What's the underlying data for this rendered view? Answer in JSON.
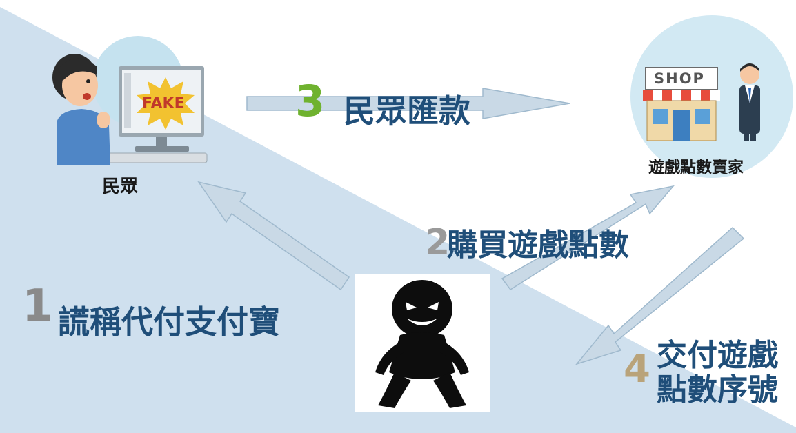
{
  "nodes": {
    "citizen": {
      "label": "民眾"
    },
    "seller": {
      "label": "遊戲點數賣家"
    },
    "scammer": {
      "label": ""
    }
  },
  "illustrations": {
    "fake_screen": "FAKE",
    "shop_sign": "SHOP"
  },
  "steps": [
    {
      "number": "1",
      "text": "謊稱代付支付寶",
      "color": "#8a8a8a"
    },
    {
      "number": "2",
      "text": "購買遊戲點數",
      "color": "#9a9a9a"
    },
    {
      "number": "3",
      "text": "民眾匯款",
      "color": "#6fb22f"
    },
    {
      "number": "4",
      "text_line1": "交付遊戲",
      "text_line2": "點數序號",
      "color": "#b9a37a"
    }
  ],
  "colors": {
    "background_band": "#cfe0ee",
    "arrow_fill": "#c9d9e6",
    "arrow_stroke": "#9fb9cd",
    "label_text": "#1f4e79",
    "circle_bg": "#d2e9f3"
  }
}
